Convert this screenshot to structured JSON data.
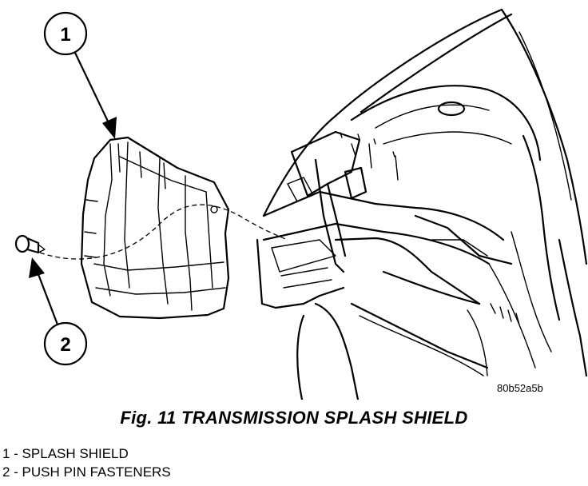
{
  "callouts": [
    {
      "number": "1"
    },
    {
      "number": "2"
    }
  ],
  "image_code": "80b52a5b",
  "figure_title": "Fig. 11 TRANSMISSION SPLASH SHIELD",
  "legend": [
    {
      "text": "1 - SPLASH SHIELD"
    },
    {
      "text": "2 - PUSH PIN FASTENERS"
    }
  ]
}
